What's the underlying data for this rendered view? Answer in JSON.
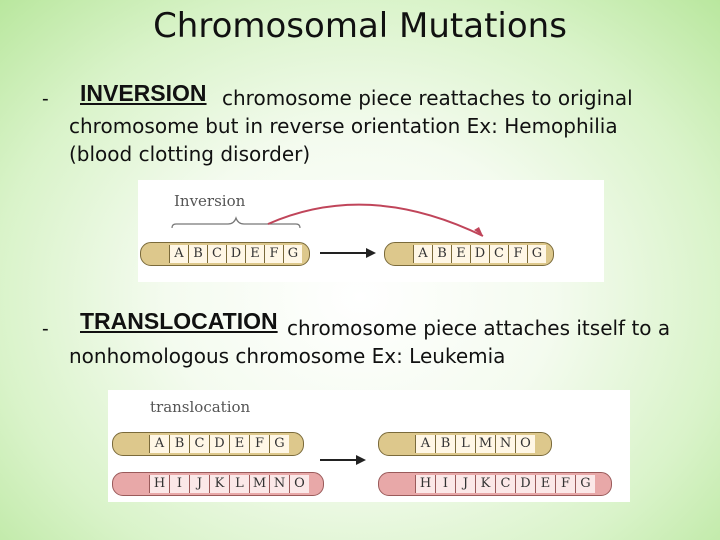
{
  "title": "Chromosomal Mutations",
  "bullet": "-",
  "inversion": {
    "term": "INVERSION",
    "line1": "chromosome piece reattaches to original",
    "line2": "chromosome but in reverse orientation   Ex:  Hemophilia",
    "line3": "(blood clotting disorder)",
    "figure_label": "Inversion",
    "before": [
      "A",
      "B",
      "C",
      "D",
      "E",
      "F",
      "G"
    ],
    "after": [
      "A",
      "B",
      "E",
      "D",
      "C",
      "F",
      "G"
    ]
  },
  "translocation": {
    "term": "TRANSLOCATION",
    "line1": "chromosome piece attaches itself to a",
    "line2": "nonhomologous chromosome  Ex:  Leukemia",
    "figure_label": "translocation",
    "before_top": [
      "A",
      "B",
      "C",
      "D",
      "E",
      "F",
      "G"
    ],
    "before_bottom": [
      "H",
      "I",
      "J",
      "K",
      "L",
      "M",
      "N",
      "O"
    ],
    "after_top": [
      "A",
      "B",
      "L",
      "M",
      "N",
      "O"
    ],
    "after_bottom": [
      "H",
      "I",
      "J",
      "K",
      "C",
      "D",
      "E",
      "F",
      "G"
    ]
  },
  "colors": {
    "chromosome_tan": "#ddc88c",
    "chromosome_pink": "#e8a8a8",
    "arc": "#c0455a"
  }
}
